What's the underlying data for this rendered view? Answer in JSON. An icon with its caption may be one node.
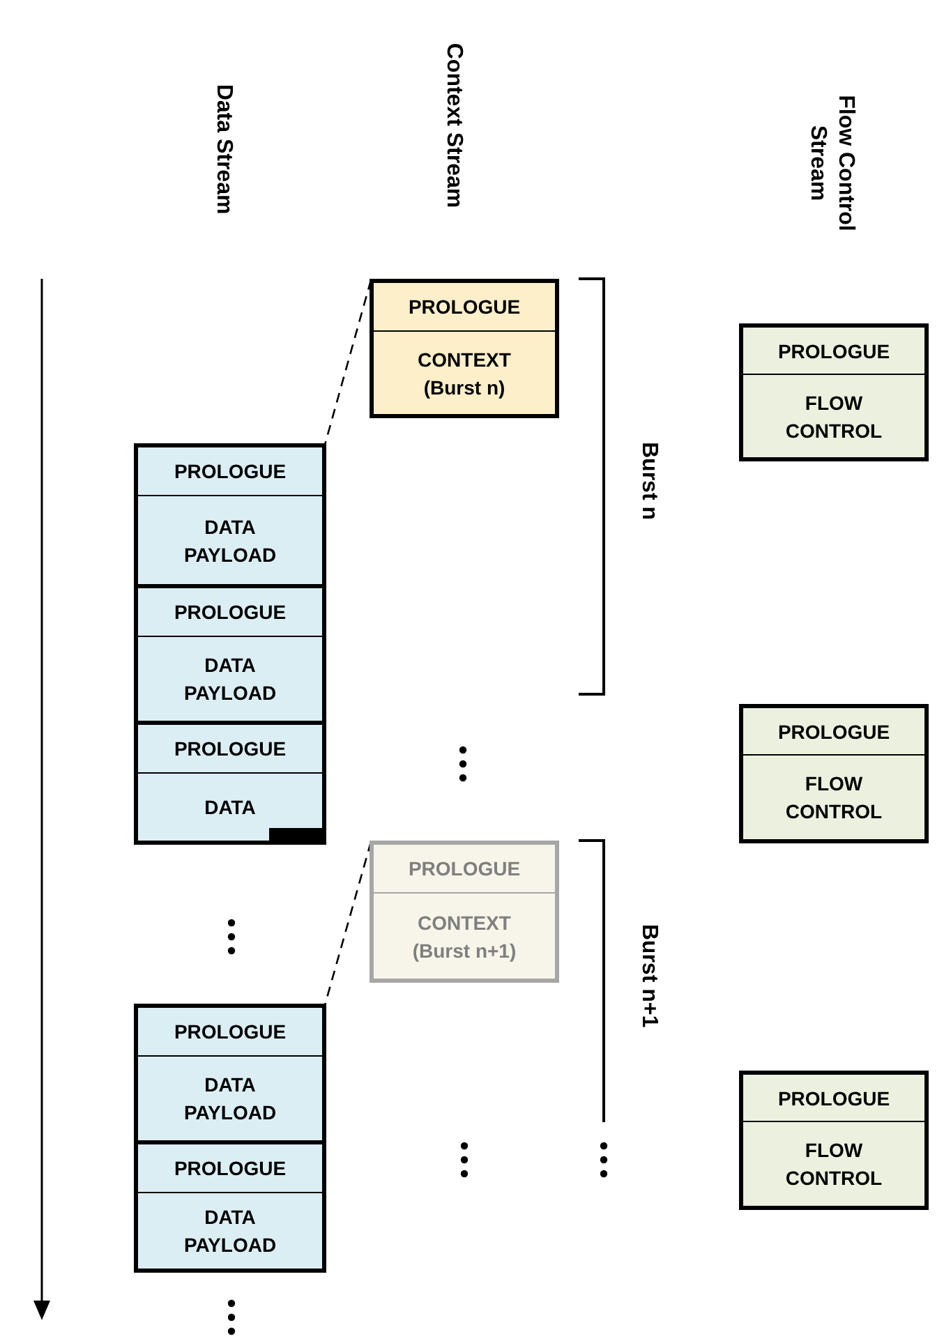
{
  "diagram": {
    "nodes": [
      {
        "text": [
          "PROLOGUE",
          "CONTEXT (Burst n)"
        ]
      },
      {
        "text": [
          "PROLOGUE",
          "FLOW CONTROL"
        ]
      },
      {
        "text": [
          "PROLOGUE",
          "DATA PAYLOAD"
        ]
      },
      {
        "text": [
          "PROLOGUE",
          "DATA PAYLOAD"
        ]
      },
      {
        "text": [
          "PROLOGUE",
          "DATA"
        ]
      },
      {
        "text": [
          "PROLOGUE",
          "FLOW CONTROL"
        ]
      },
      {
        "text": [
          "PROLOGUE",
          "CONTEXT (Burst n+1)"
        ]
      },
      {
        "text": [
          "PROLOGUE",
          "DATA PAYLOAD"
        ]
      },
      {
        "text": [
          "PROLOGUE",
          "DATA PAYLOAD"
        ]
      },
      {
        "text": [
          "PROLOGUE",
          "FLOW CONTROL"
        ]
      }
    ],
    "edges": [
      {
        "from": 0,
        "to": 2,
        "arrow": "none",
        "style": "dashed"
      },
      {
        "from": 6,
        "to": 7,
        "arrow": "none",
        "style": "dashed"
      }
    ],
    "labels": [
      "Data Stream",
      "Context Stream",
      "Flow Control Stream",
      "Burst n",
      "Burst n+1"
    ]
  }
}
